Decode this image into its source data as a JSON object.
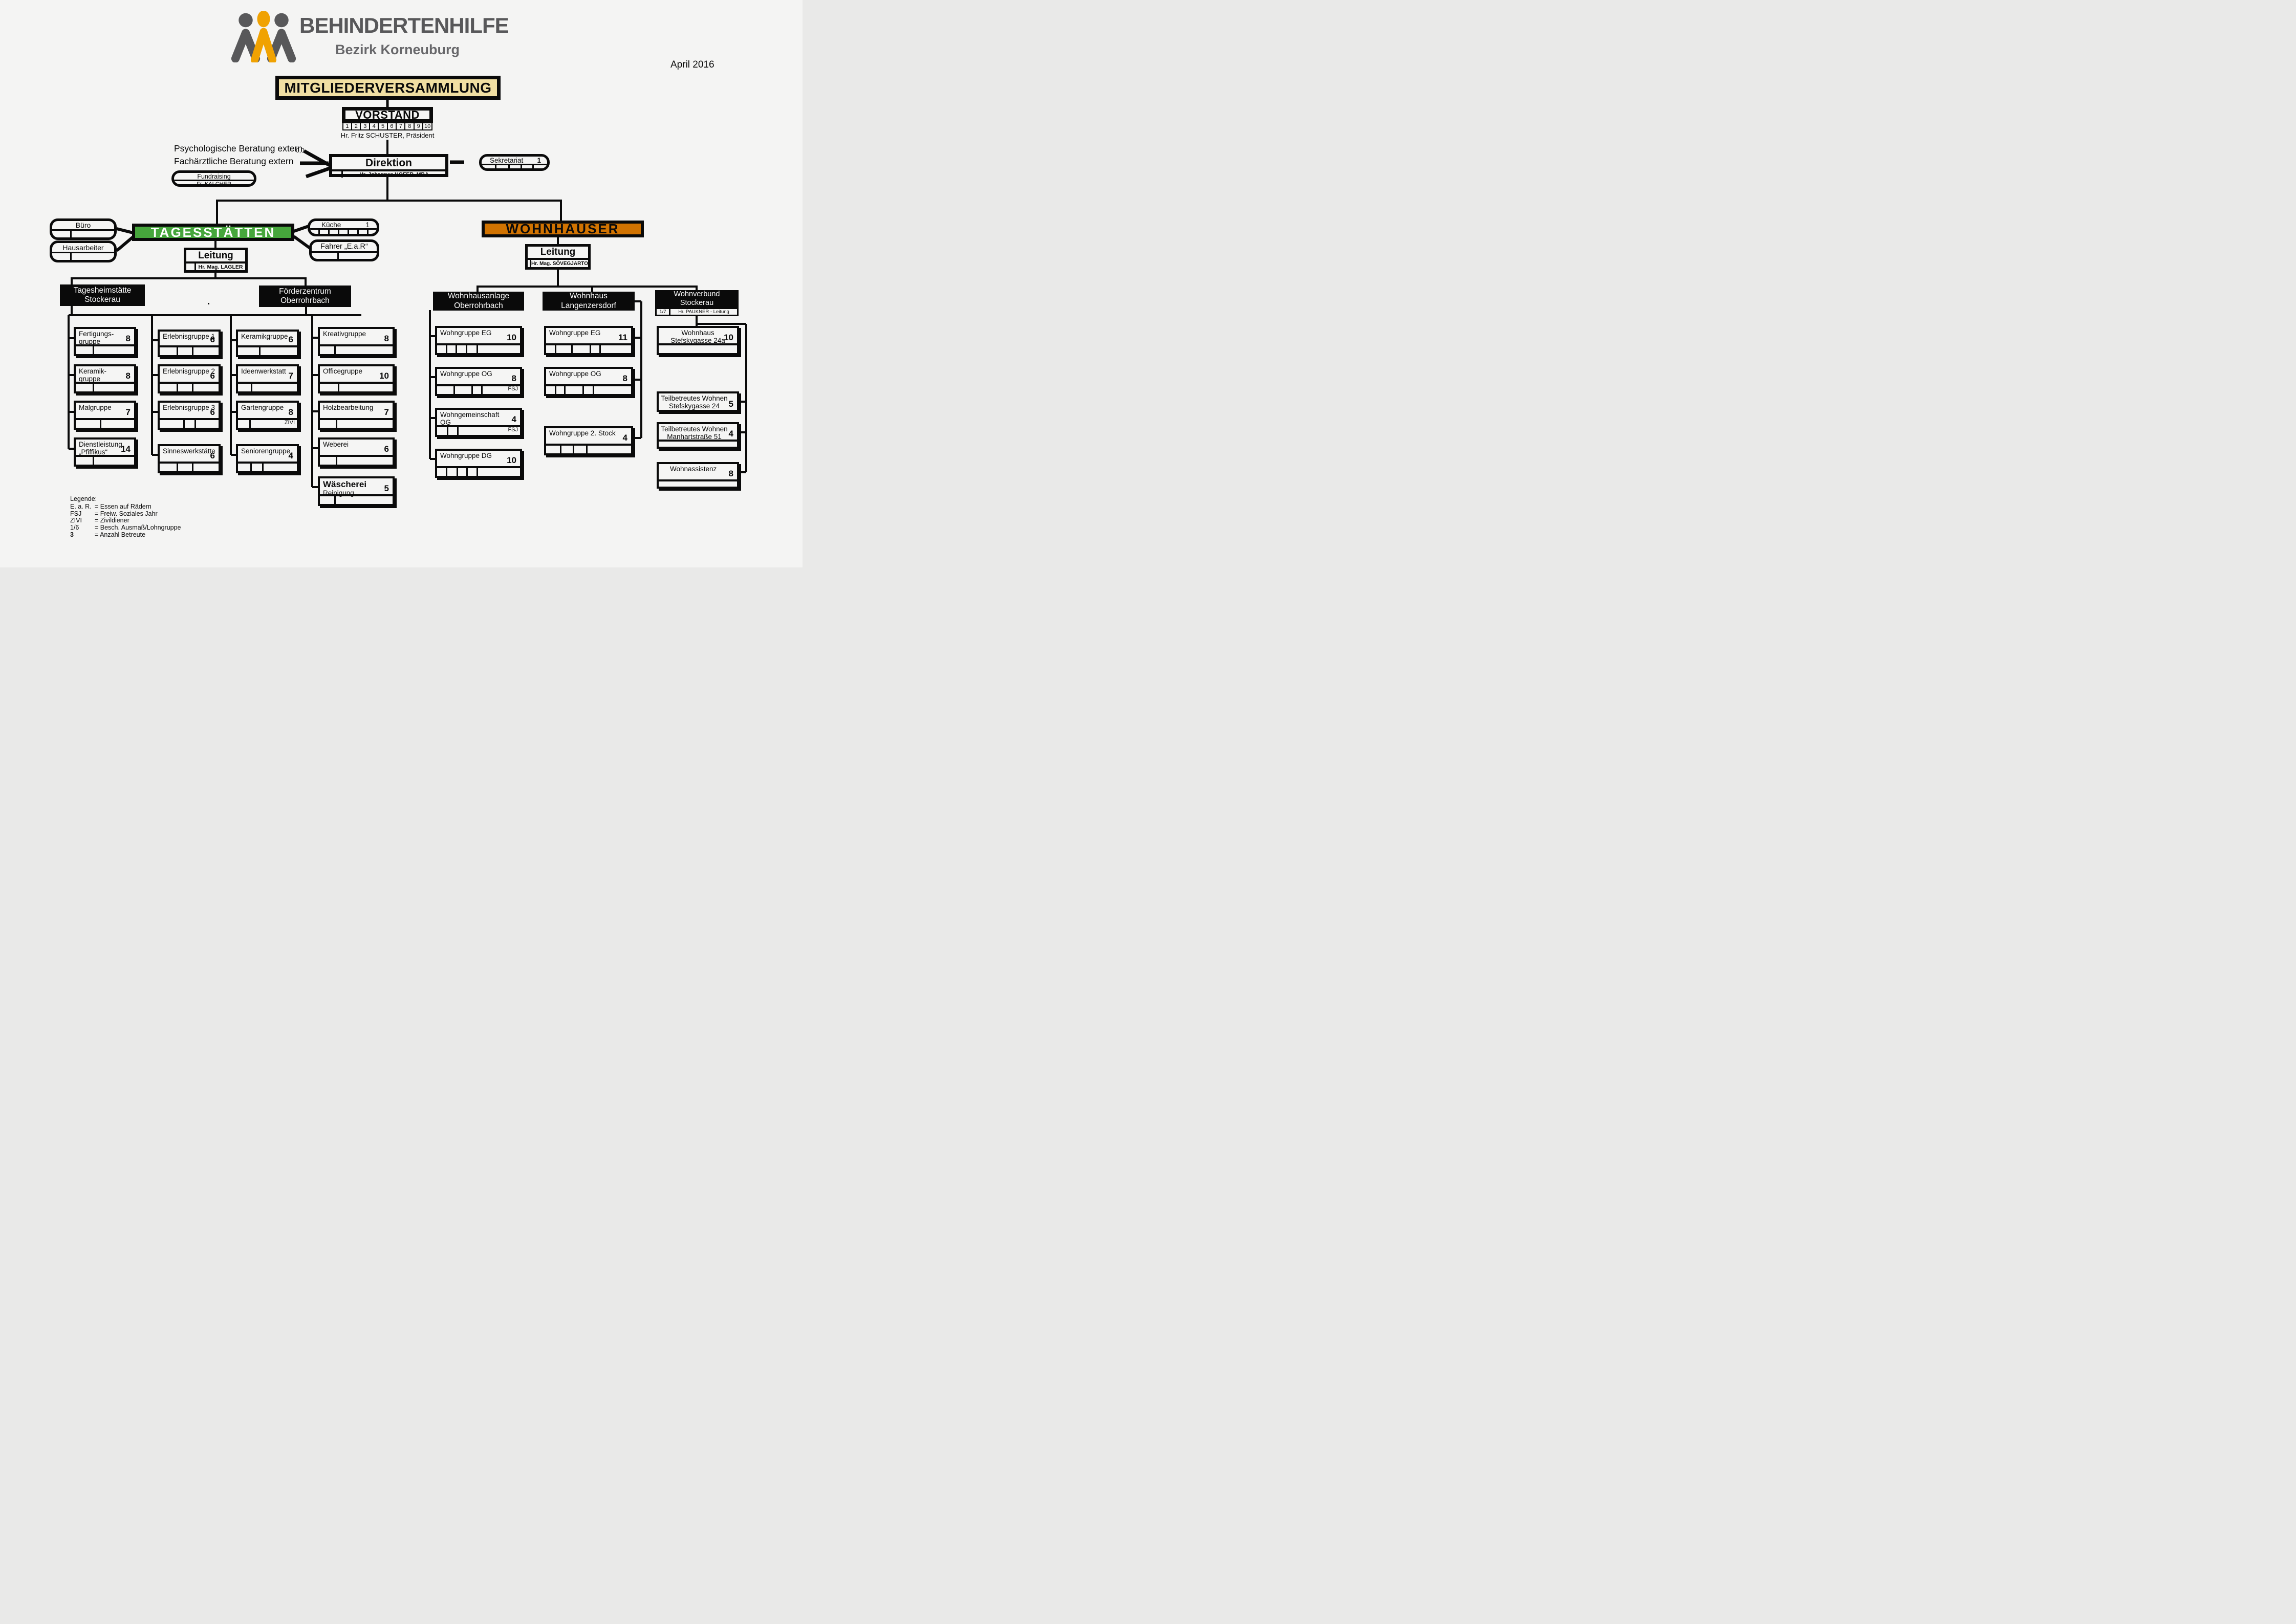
{
  "meta": {
    "date": "April 2016",
    "stray_dot": "."
  },
  "logo": {
    "title": "BEHINDERTENHILFE",
    "subtitle": "Bezirk Korneuburg"
  },
  "assembly": {
    "label": "MITGLIEDERVERSAMMLUNG"
  },
  "vorstand": {
    "label": "VORSTAND",
    "seats": [
      "1",
      "2",
      "3",
      "4",
      "5",
      "6",
      "7",
      "8",
      "9",
      "10"
    ],
    "president": "Hr. Fritz SCHUSTER, Präsident"
  },
  "externals": {
    "psych": "Psychologische Beratung extern",
    "psych_value": "0,0",
    "med": "Fachärztliche Beratung extern"
  },
  "fundraising": {
    "label": "Fundraising",
    "name": "Fr. KALCHER"
  },
  "direktion": {
    "label": "Direktion",
    "name": "Hr. Johannes HOFER, MBA"
  },
  "sekretariat": {
    "label": "Sekretariat",
    "count": "1"
  },
  "tagesstaetten": {
    "title": "TAGESSTÄTTEN",
    "buero": "Büro",
    "hausarbeiter": "Hausarbeiter",
    "kueche": {
      "label": "Küche",
      "count": "1"
    },
    "fahrer": "Fahrer „E.a.R“",
    "leitung": {
      "label": "Leitung",
      "name": "Hr. Mag. LAGLER"
    },
    "sites": {
      "stockerau": "Tagesheimstätte\nStockerau",
      "oberrohrbach": "Förderzentrum\nOberrohrbach"
    },
    "groups": {
      "col1": [
        {
          "label": "Fertigungs-\ngruppe",
          "count": "8"
        },
        {
          "label": "Keramik-\ngruppe",
          "count": "8"
        },
        {
          "label": "Malgruppe",
          "count": "7"
        },
        {
          "label": "Dienstleistung\n„Pfiffikus“",
          "count": "14"
        }
      ],
      "col2": [
        {
          "label": "Erlebnisgruppe 1",
          "count": "6"
        },
        {
          "label": "Erlebnisgruppe 2",
          "count": "6"
        },
        {
          "label": "Erlebnisgruppe 3",
          "count": "6"
        },
        {
          "label": "Sinneswerkstätte",
          "count": "6"
        }
      ],
      "col3": [
        {
          "label": "Keramikgruppe",
          "count": "6"
        },
        {
          "label": "Ideenwerkstatt",
          "count": "7"
        },
        {
          "label": "Gartengruppe",
          "count": "8",
          "note": "ZIVI"
        },
        {
          "label": "Seniorengruppe",
          "count": "4"
        }
      ],
      "col4": [
        {
          "label": "Kreativgruppe",
          "count": "8"
        },
        {
          "label": "Officegruppe",
          "count": "10"
        },
        {
          "label": "Holzbearbeitung",
          "count": "7"
        },
        {
          "label": "Weberei",
          "count": "6"
        },
        {
          "label": "Wäscherei",
          "label2": "Reinigung",
          "count": "5"
        }
      ]
    }
  },
  "wohnhaeuser": {
    "title": "WOHNHÄUSER",
    "leitung": {
      "label": "Leitung",
      "name": "Hr. Mag. SÖVEGJARTO"
    },
    "sites": {
      "oberrohrbach": "Wohnhausanlage\nOberrohrbach",
      "langenzersdorf": "Wohnhaus\nLangenzersdorf",
      "stockerau": "Wohnverbund\nStockerau",
      "stockerau_sub_ratio": "1/7",
      "stockerau_sub_name": "Hr. PAUKNER - Leitung"
    },
    "groups": {
      "oberrohrbach": [
        {
          "label": "Wohngruppe EG",
          "count": "10"
        },
        {
          "label": "Wohngruppe OG",
          "count": "8",
          "note": "FSJ"
        },
        {
          "label": "Wohngemeinschaft\nOG",
          "count": "4",
          "note": "FSJ"
        },
        {
          "label": "Wohngruppe DG",
          "count": "10"
        }
      ],
      "langenzersdorf": [
        {
          "label": "Wohngruppe EG",
          "count": "11"
        },
        {
          "label": "Wohngruppe OG",
          "count": "8"
        },
        {
          "label": "Wohngruppe 2. Stock",
          "count": "4"
        }
      ],
      "stockerau": [
        {
          "label": "Wohnhaus\nStefskygasse 24a",
          "count": "10"
        },
        {
          "label": "Teilbetreutes Wohnen\nStefskygasse 24",
          "count": "5"
        },
        {
          "label": "Teilbetreutes Wohnen\nManhartstraße 51",
          "count": "4"
        },
        {
          "label": "Wohnassistenz",
          "count": "8"
        }
      ]
    }
  },
  "legend": {
    "title": "Legende:",
    "entries": [
      {
        "abbr": "E. a. R.",
        "meaning": "= Essen auf Rädern"
      },
      {
        "abbr": "FSJ",
        "meaning": "= Freiw. Soziales Jahr"
      },
      {
        "abbr": "ZIVI",
        "meaning": "= Zivildiener"
      },
      {
        "abbr": "1/6",
        "meaning": "= Besch. Ausmaß/Lohngruppe"
      },
      {
        "abbr": "3",
        "meaning": "= Anzahl Betreute"
      }
    ]
  },
  "colors": {
    "accent_green": "#46A63C",
    "accent_orange": "#D17301",
    "accent_yellow": "#F1DFA2",
    "logo_gray": "#58585A",
    "logo_orange": "#F0A202"
  }
}
